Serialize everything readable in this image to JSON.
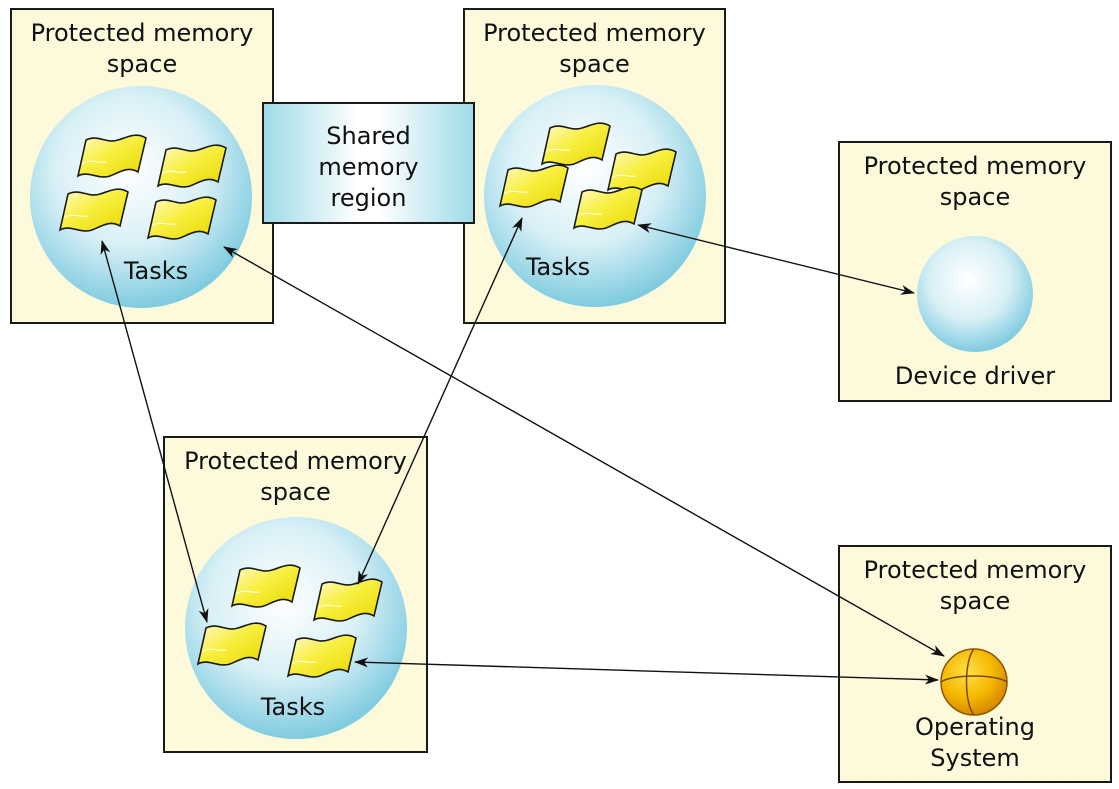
{
  "colors": {
    "space_fill": "#fdfadc",
    "sphere_edge": "#7fcbe0",
    "task_yellow": "#f4ec1c",
    "os_orange": "#f0a500"
  },
  "spaces": [
    {
      "id": "top-left",
      "title": "Protected memory\nspace",
      "caption": "Tasks"
    },
    {
      "id": "top-middle",
      "title": "Protected memory\nspace",
      "caption": "Tasks"
    },
    {
      "id": "device",
      "title": "Protected memory\nspace",
      "caption": "Device driver"
    },
    {
      "id": "bottom-left",
      "title": "Protected memory\nspace",
      "caption": "Tasks"
    },
    {
      "id": "os",
      "title": "Protected memory\nspace",
      "caption": "Operating\nSystem"
    }
  ],
  "shared_region": {
    "label": "Shared\nmemory\nregion"
  },
  "icons": {
    "task": "task-flag-icon",
    "device": "device-driver-sphere-icon",
    "os": "operating-system-sphere-icon"
  }
}
